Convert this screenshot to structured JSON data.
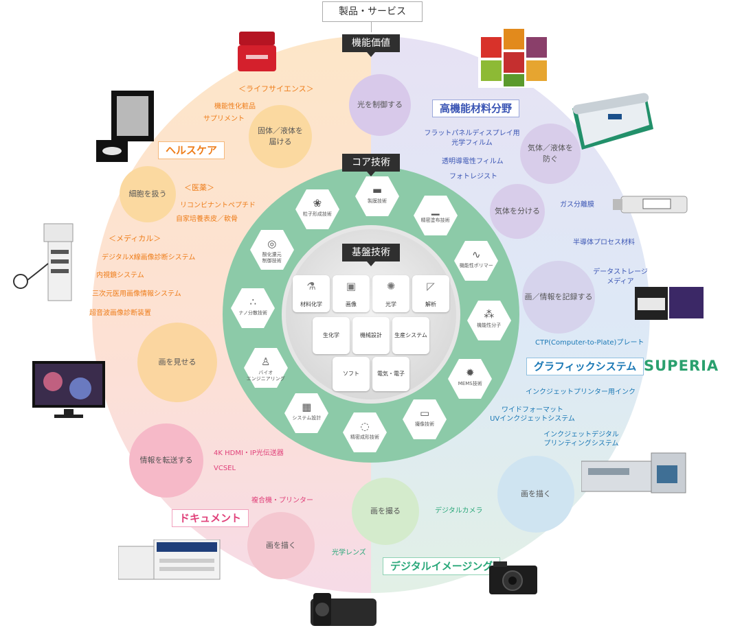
{
  "colors": {
    "healthcare": "#ee7d1a",
    "advanced_materials": "#3a55b4",
    "graphic": "#1a78b5",
    "imaging": "#2aa87a",
    "document": "#e0417a",
    "ring_green": "#8ccaa8",
    "dark_header": "#2f2f2f"
  },
  "headers": {
    "products": "製品・サービス",
    "functional_value": "機能価値",
    "core_tech": "コア技術",
    "base_tech": "基盤技術"
  },
  "categories": {
    "healthcare": "ヘルスケア",
    "advanced_materials": "高機能材料分野",
    "graphic": "グラフィックシステム",
    "superia": "SUPERIA",
    "imaging": "デジタルイメージング",
    "document": "ドキュメント"
  },
  "values": {
    "control_light": "光を制御する",
    "solid_liquid": "固体／液体を\n届ける",
    "gas_liquid_protect": "気体／液体を\n防ぐ",
    "cells": "細胞を扱う",
    "separate_gas": "気体を分ける",
    "record_image": "画／情報を記録する",
    "show_image": "画を見せる",
    "draw_image_right": "画を描く",
    "transfer_info": "情報を転送する",
    "capture_image": "画を撮る",
    "draw_image_left": "画を描く"
  },
  "labels": {
    "life_science": "＜ライフサイエンス＞",
    "functional_cosmetics": "機能性化粧品",
    "supplements": "サプリメント",
    "pharma": "＜医薬＞",
    "recombinant": "リコンビナントペプチド",
    "autologous": "自家培養表皮／軟骨",
    "medical": "＜メディカル＞",
    "xray": "デジタルX線画像診断システム",
    "endoscope": "内視鏡システム",
    "3d_medical": "三次元医用画像情報システム",
    "ultrasound": "超音波画像診断装置",
    "fpd_film_1": "フラットパネルディスプレイ用",
    "fpd_film_2": "光学フィルム",
    "transparent_film": "透明導電性フィルム",
    "photoresist": "フォトレジスト",
    "gas_separation": "ガス分離膜",
    "semiconductor": "半導体プロセス材料",
    "data_storage_1": "データストレージ",
    "data_storage_2": "メディア",
    "ctp": "CTP(Computer-to-Plate)プレート",
    "inkjet_ink": "インクジェットプリンター用インク",
    "wide_format_1": "ワイドフォーマット",
    "wide_format_2": "UVインクジェットシステム",
    "inkjet_digital_1": "インクジェットデジタル",
    "inkjet_digital_2": "プリンティングシステム",
    "digital_camera": "デジタルカメラ",
    "optical_lens": "光学レンズ",
    "hdmi": "4K HDMI・IP光伝送器",
    "vcsel": "VCSEL",
    "mfp": "複合機・プリンター"
  },
  "core_techs": [
    {
      "label": "粒子形成技術",
      "icon": "particles-icon",
      "glyph": "❀"
    },
    {
      "label": "製膜技術",
      "icon": "film-roll-icon",
      "glyph": "▬"
    },
    {
      "label": "精密塗布技術",
      "icon": "coating-icon",
      "glyph": "▁"
    },
    {
      "label": "機能性ポリマー",
      "icon": "polymer-icon",
      "glyph": "∿"
    },
    {
      "label": "機能性分子",
      "icon": "molecule-icon",
      "glyph": "⁂"
    },
    {
      "label": "MEMS技術",
      "icon": "mems-icon",
      "glyph": "✹"
    },
    {
      "label": "撮像技術",
      "icon": "sensor-chip-icon",
      "glyph": "▭"
    },
    {
      "label": "精密成形技術",
      "icon": "lens-molding-icon",
      "glyph": "◌"
    },
    {
      "label": "システム設計",
      "icon": "system-icon",
      "glyph": "▦"
    },
    {
      "label": "バイオ\nエンジニアリング",
      "icon": "bio-person-icon",
      "glyph": "♙"
    },
    {
      "label": "ナノ分散技術",
      "icon": "nano-dots-icon",
      "glyph": "∴"
    },
    {
      "label": "酸化還元\n制御技術",
      "icon": "redox-icon",
      "glyph": "◎"
    }
  ],
  "base_techs": [
    {
      "label": "材料化学",
      "icon": "beaker-icon",
      "glyph": "⚗"
    },
    {
      "label": "画像",
      "icon": "image-icon",
      "glyph": "▣"
    },
    {
      "label": "光学",
      "icon": "aperture-icon",
      "glyph": "✺"
    },
    {
      "label": "解析",
      "icon": "analysis-icon",
      "glyph": "◸"
    },
    {
      "label": "生化学"
    },
    {
      "label": "機械設計"
    },
    {
      "label": "生産システム"
    },
    {
      "label": "ソフト"
    },
    {
      "label": "電気・電子"
    }
  ]
}
